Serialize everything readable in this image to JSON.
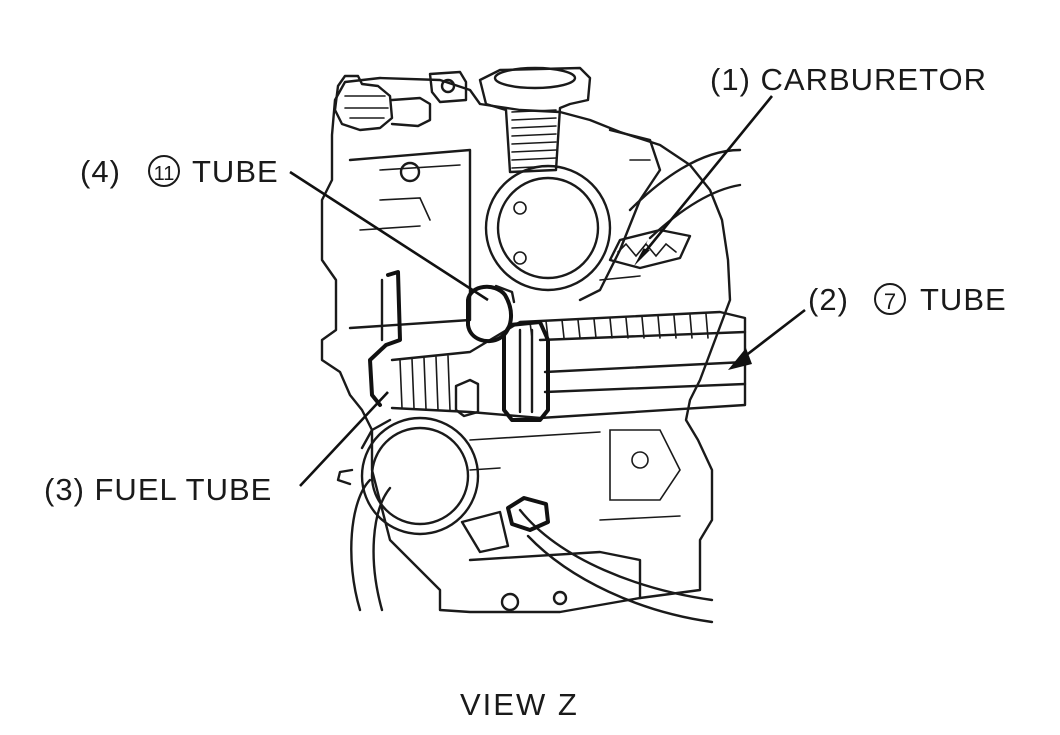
{
  "labels": {
    "carburetor": "(1) CARBURETOR",
    "tube7_prefix": "(2)",
    "tube7_number": "7",
    "tube7_suffix": "TUBE",
    "fuel_tube": "(3) FUEL TUBE",
    "tube11_prefix": "(4)",
    "tube11_number": "11",
    "tube11_suffix": "TUBE"
  },
  "caption": "VIEW Z",
  "colors": {
    "ink": "#1a1a1a",
    "background": "#ffffff"
  }
}
